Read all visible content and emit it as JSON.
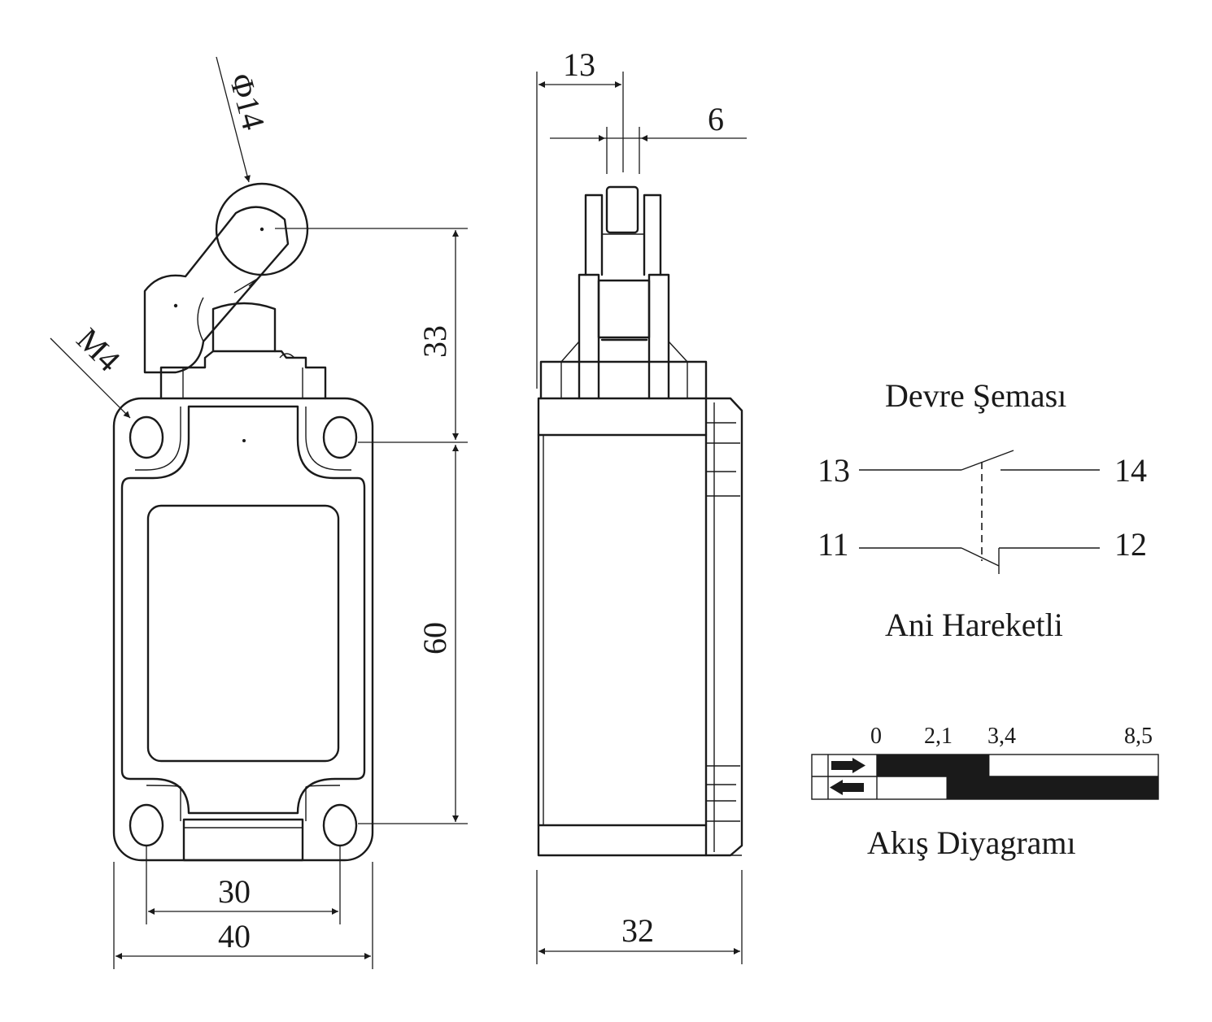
{
  "dimensions": {
    "roller_diameter": "Φ14",
    "mount_thread": "M4",
    "height_actuator": "33",
    "height_body": "60",
    "hole_spacing": "30",
    "width_front": "40",
    "roller_offset": "13",
    "roller_width": "6",
    "depth_side": "32"
  },
  "circuit": {
    "title": "Devre Şeması",
    "no_left": "13",
    "no_right": "14",
    "nc_left": "11",
    "nc_right": "12",
    "caption": "Ani Hareketli"
  },
  "flow": {
    "title": "Akış Diyagramı",
    "ticks": [
      "0",
      "2,1",
      "3,4",
      "8,5"
    ],
    "row1_black": [
      0,
      3.4
    ],
    "row2_black": [
      2.1,
      8.5
    ],
    "max": 8.5
  }
}
